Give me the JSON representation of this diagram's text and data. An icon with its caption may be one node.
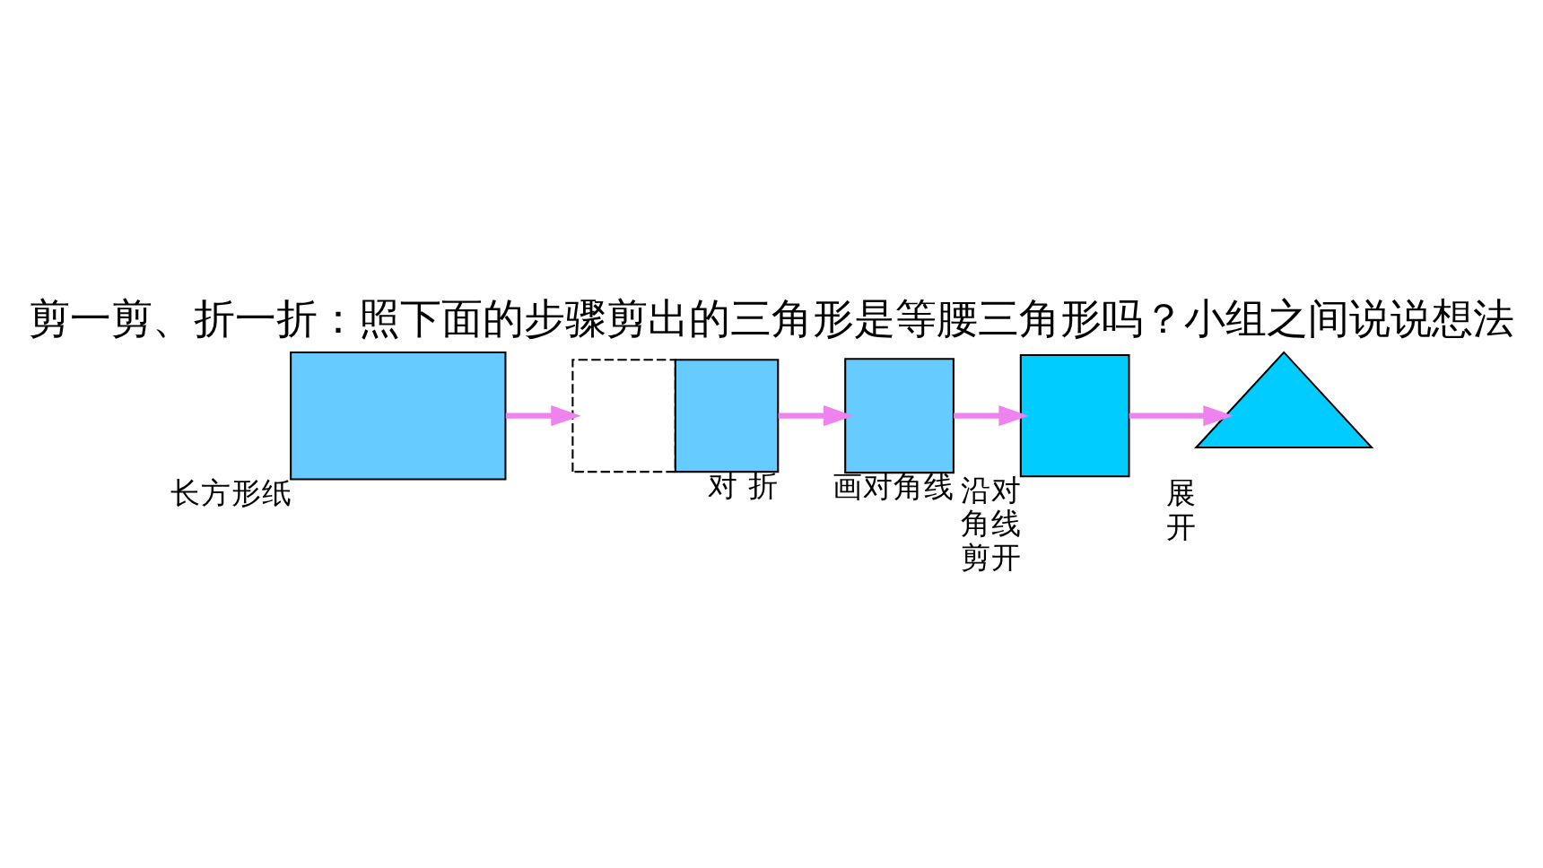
{
  "diagram": {
    "title": "剪一剪、折一折：照下面的步骤剪出的三角形是等腰三角形吗？小组之间说说想法",
    "nodes": [
      {
        "text": [],
        "shape": "box",
        "beside": [
          "长方形纸"
        ]
      },
      {
        "text": [],
        "shape": "box",
        "beside": [
          "对 折"
        ]
      },
      {
        "text": [],
        "shape": "box",
        "beside": [
          "画对角线"
        ]
      },
      {
        "text": [],
        "shape": "box",
        "beside": [
          "沿对角线剪开"
        ]
      },
      {
        "text": [],
        "shape": "triangle",
        "beside": [
          "展开"
        ]
      }
    ],
    "edges": [
      {
        "from": 0,
        "to": 1,
        "arrow": "to"
      },
      {
        "from": 1,
        "to": 2,
        "arrow": "to"
      },
      {
        "from": 2,
        "to": 3,
        "arrow": "to"
      },
      {
        "from": 3,
        "to": 4,
        "arrow": "to"
      }
    ]
  }
}
